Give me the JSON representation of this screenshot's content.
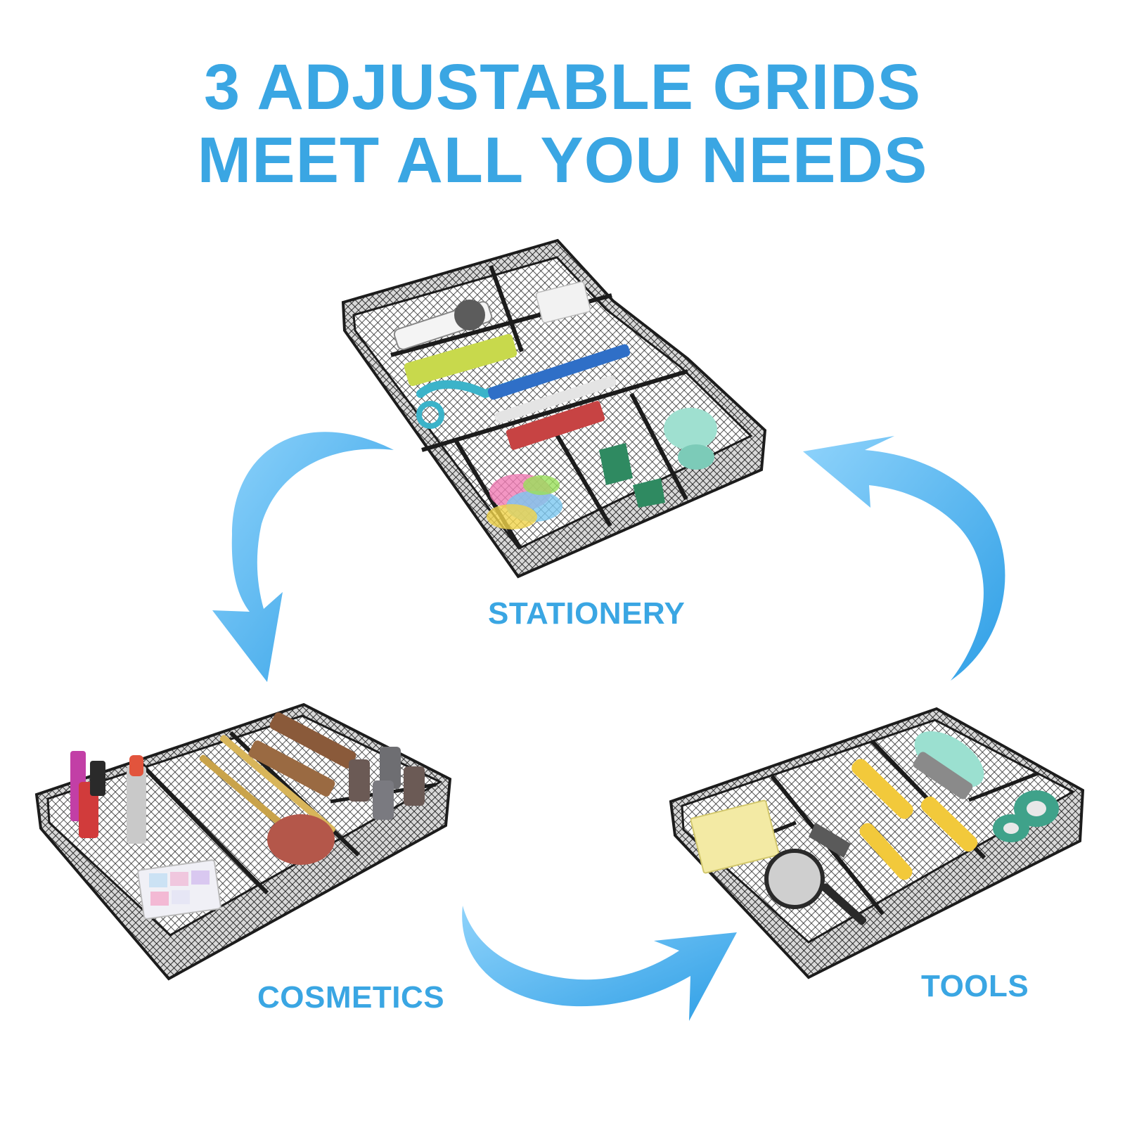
{
  "headline": {
    "line1": "3 ADJUSTABLE GRIDS",
    "line2": "MEET ALL YOU NEEDS"
  },
  "labels": {
    "stationery": "STATIONERY",
    "cosmetics": "COSMETICS",
    "tools": "TOOLS"
  },
  "colors": {
    "accent_blue": "#3aa6e3",
    "arrow_blue": "#4ab3ee",
    "mesh_black": "#222222",
    "background": "#ffffff"
  },
  "icons": {
    "arrows": [
      "curved-arrow-down-left",
      "curved-arrow-right",
      "curved-arrow-up"
    ],
    "products": [
      "mesh-organizer-tray-stationery",
      "mesh-organizer-tray-cosmetics",
      "mesh-organizer-tray-tools"
    ]
  }
}
